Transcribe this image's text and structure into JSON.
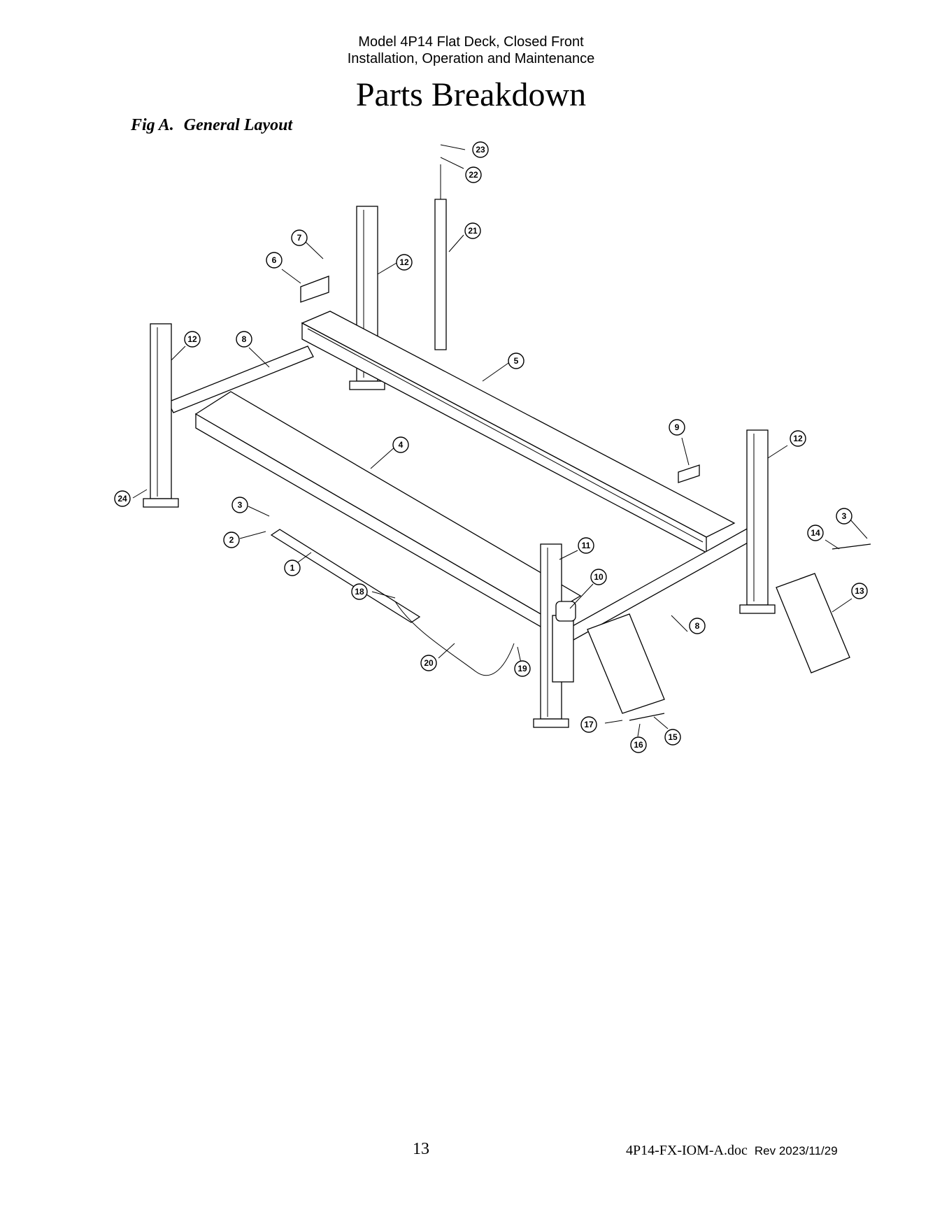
{
  "header": {
    "line1": "Model 4P14 Flat Deck, Closed Front",
    "line2": "Installation, Operation and Maintenance"
  },
  "title": "Parts Breakdown",
  "figure": {
    "label": "Fig A.",
    "caption": "General Layout",
    "callouts": [
      "1",
      "2",
      "3",
      "3",
      "4",
      "5",
      "6",
      "7",
      "8",
      "8",
      "9",
      "10",
      "11",
      "12",
      "12",
      "12",
      "13",
      "14",
      "15",
      "16",
      "17",
      "18",
      "19",
      "20",
      "21",
      "22",
      "23",
      "24"
    ]
  },
  "footer": {
    "page_number": "13",
    "document": "4P14-FX-IOM-A.doc",
    "revision": "Rev 2023/11/29"
  }
}
